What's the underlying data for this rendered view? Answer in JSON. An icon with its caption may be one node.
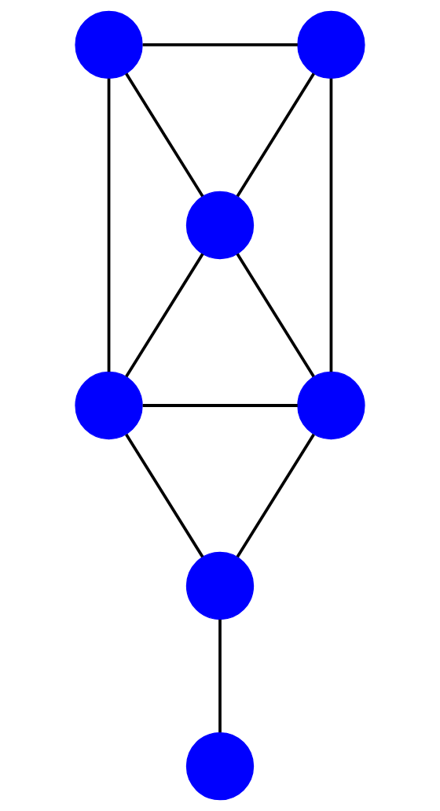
{
  "diagram": {
    "nodes": [
      {
        "text": [],
        "shape": "circle"
      },
      {
        "text": [],
        "shape": "circle"
      },
      {
        "text": [],
        "shape": "circle"
      },
      {
        "text": [],
        "shape": "circle"
      },
      {
        "text": [],
        "shape": "circle"
      },
      {
        "text": [],
        "shape": "circle"
      },
      {
        "text": [],
        "shape": "circle"
      }
    ],
    "edges": [
      {
        "from": 0,
        "to": 1,
        "arrow": "none"
      },
      {
        "from": 0,
        "to": 2,
        "arrow": "none"
      },
      {
        "from": 0,
        "to": 3,
        "arrow": "none"
      },
      {
        "from": 1,
        "to": 2,
        "arrow": "none"
      },
      {
        "from": 1,
        "to": 4,
        "arrow": "none"
      },
      {
        "from": 2,
        "to": 3,
        "arrow": "none"
      },
      {
        "from": 2,
        "to": 4,
        "arrow": "none"
      },
      {
        "from": 3,
        "to": 4,
        "arrow": "none"
      },
      {
        "from": 3,
        "to": 5,
        "arrow": "none"
      },
      {
        "from": 4,
        "to": 5,
        "arrow": "none"
      },
      {
        "from": 5,
        "to": 6,
        "arrow": "none"
      }
    ]
  }
}
